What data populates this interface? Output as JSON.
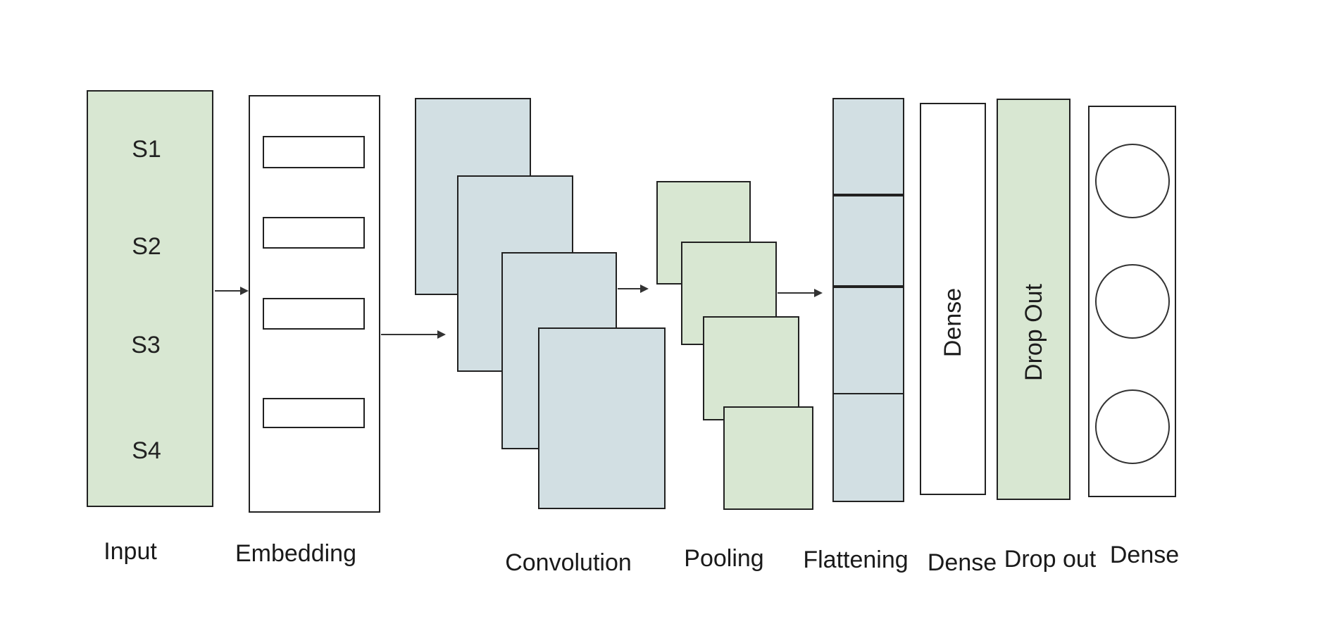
{
  "colors": {
    "green_fill": "#d8e7d2",
    "blue_fill": "#d2dfe3",
    "border": "#212121",
    "arrow": "#333333",
    "text": "#1a1a1a"
  },
  "layers": {
    "input": {
      "label": "Input",
      "cells": [
        "S1",
        "S2",
        "S3",
        "S4"
      ]
    },
    "embedding": {
      "label": "Embedding",
      "slot_count": 4
    },
    "convolution": {
      "label": "Convolution",
      "map_count": 4
    },
    "pooling": {
      "label": "Pooling",
      "map_count": 4
    },
    "flattening": {
      "label": "Flattening",
      "cell_count": 4
    },
    "dense1": {
      "label": "Dense",
      "box_text": "Dense"
    },
    "dropout": {
      "label": "Drop out",
      "box_text": "Drop Out"
    },
    "dense2": {
      "label": "Dense",
      "neuron_count": 3
    }
  }
}
